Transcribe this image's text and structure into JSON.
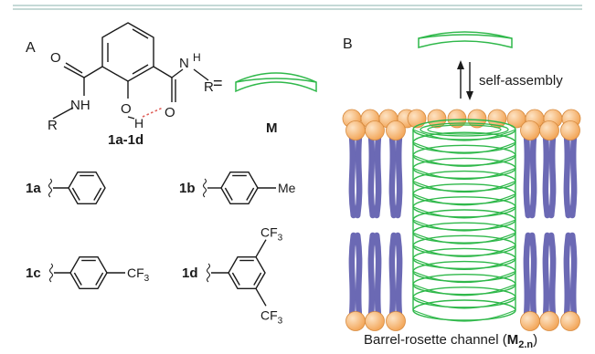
{
  "panel_a": {
    "label": "A",
    "compound_label": "1a-1d",
    "equals": "=",
    "monomer_label": "M",
    "atoms": {
      "N": "N",
      "H": "H",
      "O": "O",
      "R": "R",
      "NH": "NH"
    },
    "substituents": [
      {
        "label": "1a",
        "group": ""
      },
      {
        "label": "1b",
        "group": "Me"
      },
      {
        "label": "1c",
        "group": "CF",
        "sub": "3"
      },
      {
        "label": "1d",
        "group": "CF",
        "sub": "3"
      }
    ]
  },
  "panel_b": {
    "label": "B",
    "arrow_text": "self-assembly",
    "caption_prefix": "Barrel-rosette channel (",
    "caption_bold": "M",
    "caption_sub": "2.n",
    "caption_suffix": ")"
  },
  "colors": {
    "divider": "#c5d9d6",
    "ring_stroke": "#2fb84a",
    "lipid_head": "#f3a85c",
    "lipid_head_light": "#fde3c4",
    "lipid_tail": "#6b69b4",
    "ink": "#1a1a1a",
    "hbond": "#e0605a"
  }
}
